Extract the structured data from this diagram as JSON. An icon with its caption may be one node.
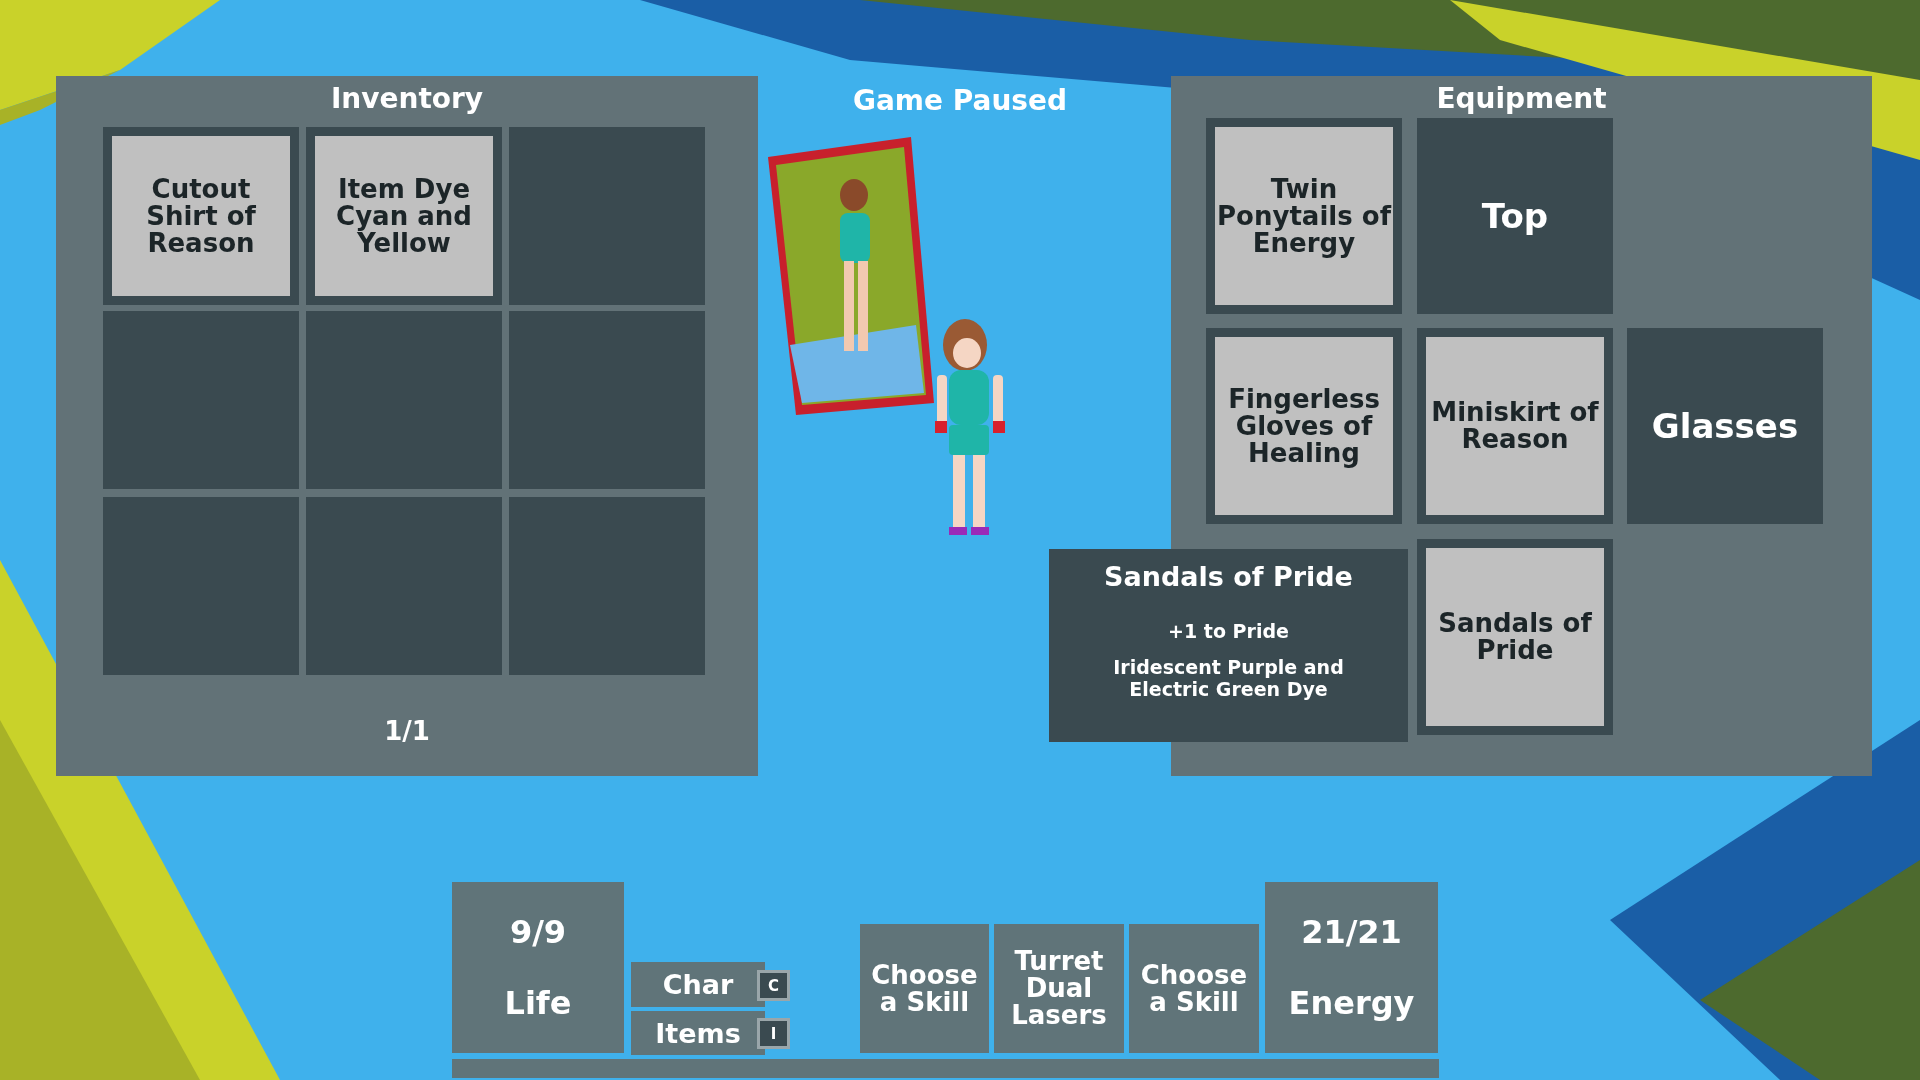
{
  "diagram": {
    "title": "Game Paused",
    "nodes": [
      {
        "text": [
          "Inventory",
          "1/1"
        ]
      },
      {
        "text": [
          "Cutout Shirt of Reason"
        ],
        "in": 0
      },
      {
        "text": [
          "Item Dye Cyan and Yellow"
        ],
        "in": 0
      },
      {
        "text": [],
        "shape": "box",
        "in": 0
      },
      {
        "text": [],
        "shape": "box",
        "in": 0
      },
      {
        "text": [],
        "shape": "box",
        "in": 0
      },
      {
        "text": [],
        "shape": "box",
        "in": 0
      },
      {
        "text": [],
        "shape": "box",
        "in": 0
      },
      {
        "text": [],
        "shape": "box",
        "in": 0
      },
      {
        "text": [],
        "shape": "box",
        "in": 0
      },
      {
        "text": [
          "Equipment"
        ]
      },
      {
        "text": [
          "Twin Ponytails of Energy"
        ],
        "in": 10
      },
      {
        "text": [
          "Top"
        ],
        "in": 10
      },
      {
        "text": [
          "Fingerless Gloves of Healing"
        ],
        "in": 10
      },
      {
        "text": [
          "Miniskirt of Reason"
        ],
        "in": 10
      },
      {
        "text": [
          "Glasses"
        ],
        "in": 10
      },
      {
        "text": [
          "Sandals of Pride"
        ],
        "in": 10
      },
      {
        "text": [
          "Sandals of Pride",
          "+1 to Pride",
          "Iridescent Purple and Electric Green Dye"
        ]
      },
      {
        "text": [
          "9/9",
          "Life"
        ]
      },
      {
        "text": [
          "Char"
        ]
      },
      {
        "text": [
          "C"
        ]
      },
      {
        "text": [
          "Items"
        ]
      },
      {
        "text": [
          "I"
        ]
      },
      {
        "text": [
          "Choose a Skill"
        ]
      },
      {
        "text": [
          "Turret Dual Lasers"
        ]
      },
      {
        "text": [
          "Choose a Skill"
        ]
      },
      {
        "text": [
          "21/21",
          "Energy"
        ]
      },
      {
        "text": [],
        "shape": "bar"
      }
    ]
  }
}
